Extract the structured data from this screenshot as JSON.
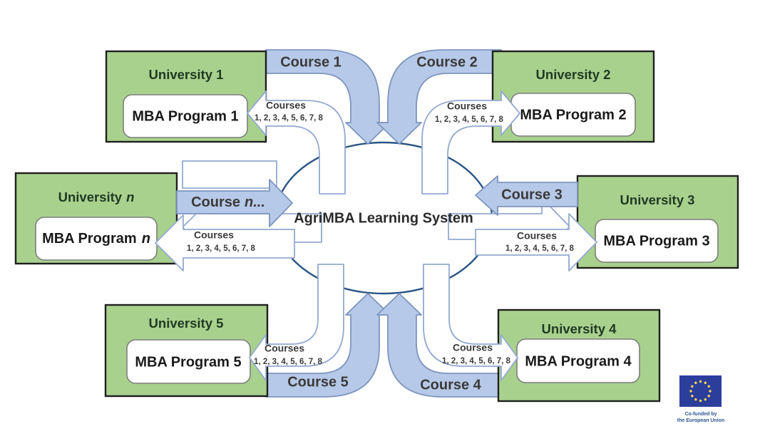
{
  "colors": {
    "green-fill": "#a9d18e",
    "box-border": "#1f1f1f",
    "mba-border": "#7d7d7d",
    "blue-fill": "#b7c9e8",
    "blue-stroke": "#7d95c0",
    "white-arrow-stroke": "#94a9d0",
    "ellipse-stroke": "#2b5585",
    "title-text": "#2b2b2b",
    "uni-text": "#1e3a22",
    "course-text": "#3a3a3a",
    "eu-flag-blue": "#2c3e9c",
    "eu-star": "#ffd74f",
    "eu-text": "#2e5496"
  },
  "center": {
    "label": "AgriMBA Learning System"
  },
  "universities": [
    {
      "name": "University 1",
      "program": "MBA Program 1",
      "course_in": "Course 1",
      "courses_out_title": "Courses",
      "courses_out_list": "1, 2, 3, 4, 5, 6, 7, 8"
    },
    {
      "name": "University 2",
      "program": "MBA Program 2",
      "course_in": "Course 2",
      "courses_out_title": "Courses",
      "courses_out_list": "1, 2, 3, 4, 5, 6, 7, 8"
    },
    {
      "name": "University 3",
      "program": "MBA Program 3",
      "course_in": "Course 3",
      "courses_out_title": "Courses",
      "courses_out_list": "1, 2, 3, 4, 5, 6, 7, 8"
    },
    {
      "name": "University 4",
      "program": "MBA Program 4",
      "course_in": "Course 4",
      "courses_out_title": "Courses",
      "courses_out_list": "1, 2, 3, 4, 5, 6, 7, 8"
    },
    {
      "name": "University 5",
      "program": "MBA Program 5",
      "course_in": "Course 5",
      "courses_out_title": "Courses",
      "courses_out_list": "1, 2, 3, 4, 5, 6, 7, 8"
    },
    {
      "name_prefix": "University",
      "name_n": "n",
      "program_prefix": "MBA Program",
      "program_n": "n",
      "course_in_prefix": "Course",
      "course_in_n": "n...",
      "courses_out_title": "Courses",
      "courses_out_list": "1, 2, 3, 4, 5, 6, 7, 8"
    }
  ],
  "eu_badge": {
    "line1": "Co-funded by",
    "line2": "the European Union"
  }
}
